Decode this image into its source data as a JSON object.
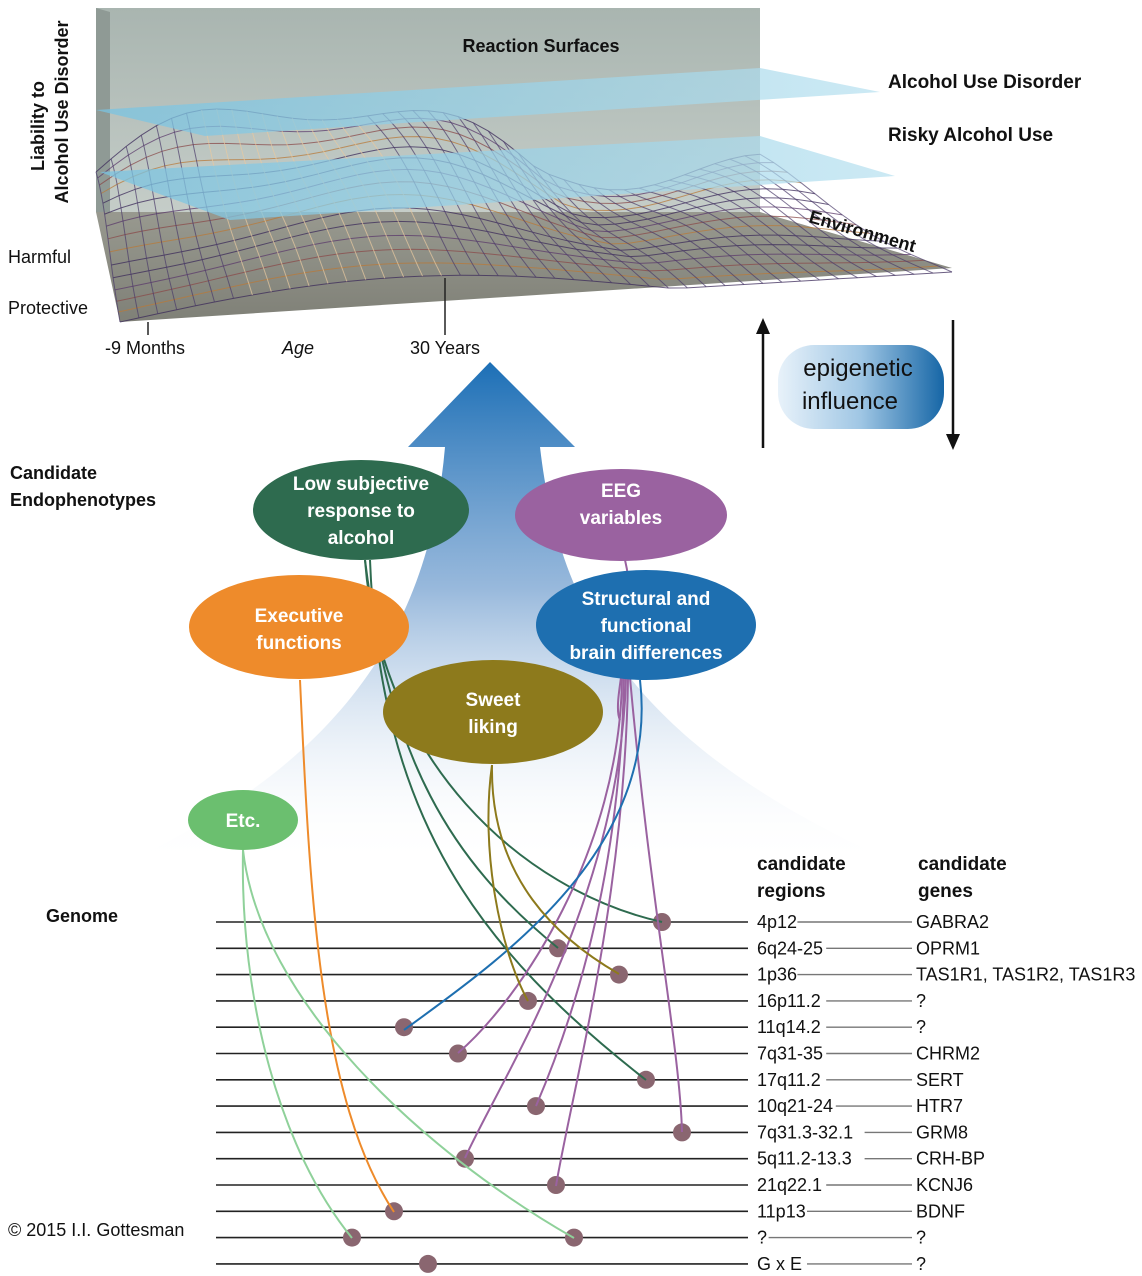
{
  "reaction_surfaces": {
    "title": "Reaction Surfaces",
    "y_axis_label_line1": "Liability to",
    "y_axis_label_line2": "Alcohol Use Disorder",
    "harmful_label": "Harmful",
    "protective_label": "Protective",
    "age_start_label": "-9 Months",
    "age_label": "Age",
    "age_end_label": "30 Years",
    "plane_upper_label": "Alcohol Use Disorder",
    "plane_lower_label": "Risky Alcohol Use",
    "environment_label": "Environment"
  },
  "epigenetic": {
    "line1": "epigenetic",
    "line2": "influence"
  },
  "endophenotypes": {
    "heading_line1": "Candidate",
    "heading_line2": "Endophenotypes",
    "items": [
      {
        "id": "low-response",
        "lines": [
          "Low subjective",
          "response to",
          "alcohol"
        ],
        "color": "#2e6b4f"
      },
      {
        "id": "eeg",
        "lines": [
          "EEG",
          "variables"
        ],
        "color": "#9a62a0"
      },
      {
        "id": "executive",
        "lines": [
          "Executive",
          "functions"
        ],
        "color": "#ee8b2b"
      },
      {
        "id": "brain",
        "lines": [
          "Structural and",
          "functional",
          "brain differences"
        ],
        "color": "#1e6fb0"
      },
      {
        "id": "sweet",
        "lines": [
          "Sweet",
          "liking"
        ],
        "color": "#8d7a1c"
      },
      {
        "id": "etc",
        "lines": [
          "Etc."
        ],
        "color": "#6bbf6f"
      }
    ]
  },
  "genome": {
    "heading": "Genome",
    "regions_header_line1": "candidate",
    "regions_header_line2": "regions",
    "genes_header_line1": "candidate",
    "genes_header_line2": "genes",
    "rows": [
      {
        "region": "4p12",
        "gene": "GABRA2"
      },
      {
        "region": "6q24-25",
        "gene": "OPRM1"
      },
      {
        "region": "1p36",
        "gene": "TAS1R1, TAS1R2, TAS1R3"
      },
      {
        "region": "16p11.2",
        "gene": "?"
      },
      {
        "region": "11q14.2",
        "gene": "?"
      },
      {
        "region": "7q31-35",
        "gene": "CHRM2"
      },
      {
        "region": "17q11.2",
        "gene": "SERT"
      },
      {
        "region": "10q21-24",
        "gene": "HTR7"
      },
      {
        "region": "7q31.3-32.1",
        "gene": "GRM8"
      },
      {
        "region": "5q11.2-13.3",
        "gene": "CRH-BP"
      },
      {
        "region": "21q22.1",
        "gene": "KCNJ6"
      },
      {
        "region": "11p13",
        "gene": "BDNF"
      },
      {
        "region": "?",
        "gene": "?"
      },
      {
        "region": "G x E",
        "gene": "?"
      }
    ]
  },
  "copyright": "© 2015 I.I. Gottesman"
}
